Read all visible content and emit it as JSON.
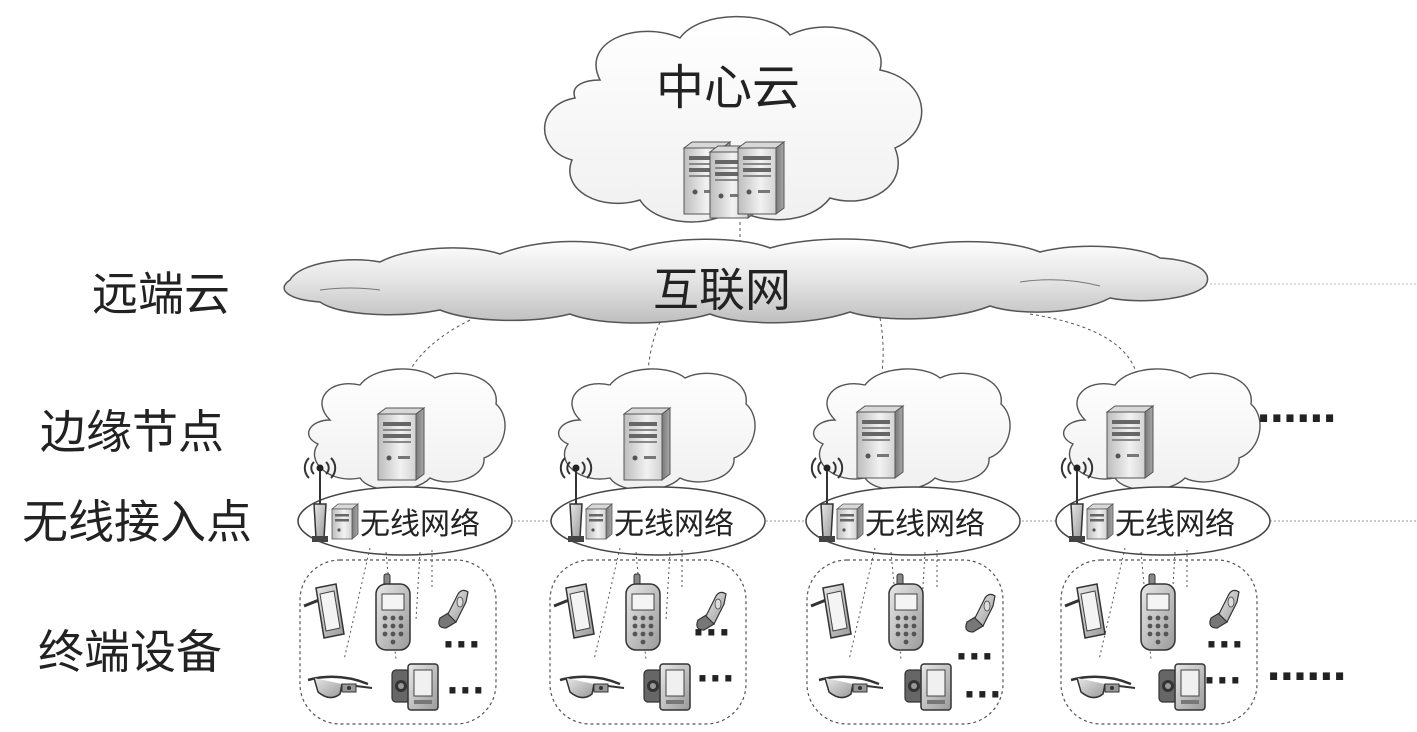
{
  "labels": {
    "center_cloud": "中心云",
    "internet": "互联网",
    "remote_cloud": "远端云",
    "edge_node": "边缘节点",
    "wireless_access_point": "无线接入点",
    "terminal_device": "终端设备"
  },
  "columns": [
    {
      "wireless_label": "无线网络",
      "more_phones": "···",
      "more_cams": "···"
    },
    {
      "wireless_label": "无线网络",
      "more_phones": "···",
      "more_cams": "···"
    },
    {
      "wireless_label": "无线网络",
      "more_phones": "···",
      "more_cams": "···"
    },
    {
      "wireless_label": "无线网络",
      "more_phones": "···",
      "more_cams": "···"
    }
  ],
  "ellipsis_edge": "······",
  "ellipsis_terminal": "······"
}
